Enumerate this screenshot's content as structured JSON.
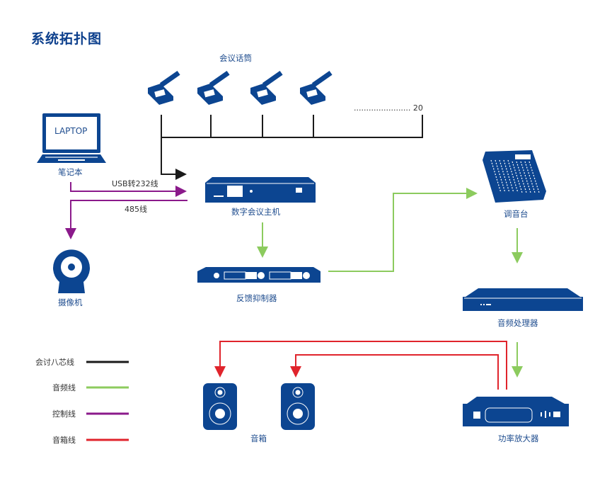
{
  "title": "系统拓扑图",
  "colors": {
    "device": "#0c4591",
    "label": "#1f4d8f",
    "conference_cable": "#1a1a1a",
    "audio_cable": "#8ccb5e",
    "control_cable": "#8b1a8b",
    "speaker_cable": "#e0242c"
  },
  "devices": {
    "microphones": {
      "label": "会议话筒",
      "count_shown": 4,
      "ellipsis_label": "....................... 20"
    },
    "laptop": {
      "label": "笔记本",
      "screen_text": "LAPTOP"
    },
    "camera": {
      "label": "摄像机"
    },
    "host": {
      "label": "数字会议主机"
    },
    "feedback": {
      "label": "反馈抑制器"
    },
    "mixer": {
      "label": "调音台"
    },
    "processor": {
      "label": "音频处理器"
    },
    "amplifier": {
      "label": "功率放大器"
    },
    "speakers": {
      "label": "音箱"
    }
  },
  "connections": {
    "usb": "USB转232线",
    "rs485": "485线"
  },
  "legend": [
    {
      "label": "会讨八芯线",
      "color": "#1a1a1a"
    },
    {
      "label": "音频线",
      "color": "#8ccb5e"
    },
    {
      "label": "控制线",
      "color": "#8b1a8b"
    },
    {
      "label": "音箱线",
      "color": "#e0242c"
    }
  ]
}
